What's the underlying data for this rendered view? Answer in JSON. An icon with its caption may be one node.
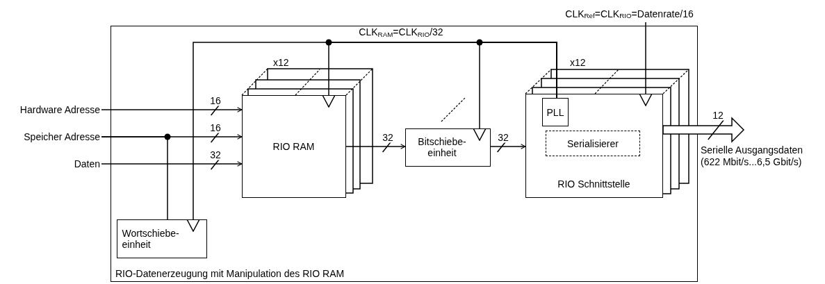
{
  "diagram": {
    "nodes": [
      {
        "text": [
          "RIO-Datenerzeugung mit Manipulation des RIO RAM"
        ]
      },
      {
        "text": [
          "Hardware Adresse"
        ]
      },
      {
        "text": [
          "Speicher Adresse"
        ]
      },
      {
        "text": [
          "Daten"
        ]
      },
      {
        "text": [
          "RIO RAM"
        ],
        "in": 0,
        "beside": [
          "x12"
        ]
      },
      {
        "text": [
          "Bitschiebe- einheit"
        ],
        "in": 0
      },
      {
        "text": [
          "RIO Schnittstelle"
        ],
        "in": 0,
        "beside": [
          "x12"
        ]
      },
      {
        "text": [
          "PLL"
        ],
        "in": 6
      },
      {
        "text": [
          "Serialisierer"
        ],
        "in": 6
      },
      {
        "text": [
          "Wortschiebe- einheit"
        ],
        "in": 0
      },
      {
        "text": [
          "CLK$_{Ref}$=CLK$_{RIO}$=Datenrate/16"
        ]
      }
    ],
    "edges": [
      {
        "from": 1,
        "to": 4,
        "arrow": "to",
        "label": "16"
      },
      {
        "from": 2,
        "to": 4,
        "arrow": "to",
        "label": "16"
      },
      {
        "from": 3,
        "to": 4,
        "arrow": "to",
        "label": "32"
      },
      {
        "from": 2,
        "to": 9,
        "arrow": "none"
      },
      {
        "from": 4,
        "to": 5,
        "arrow": "to",
        "label": "32"
      },
      {
        "from": 5,
        "to": 6,
        "arrow": "to",
        "label": "32"
      },
      {
        "from": 7,
        "to": 4,
        "arrow": "to",
        "label": "CLK$_{RAM}$=CLK$_{RIO}$/32"
      },
      {
        "from": 7,
        "to": 5,
        "arrow": "to"
      },
      {
        "from": 7,
        "to": 9,
        "arrow": "to"
      },
      {
        "from": 10,
        "to": 6,
        "arrow": "to"
      },
      {
        "from": 6,
        "to": null,
        "arrow": "to",
        "label": "12",
        "style": "thick"
      }
    ],
    "labels": [
      "Serielle Ausgangsdaten (622 Mbit/s...6,5 Gbit/s)"
    ]
  }
}
